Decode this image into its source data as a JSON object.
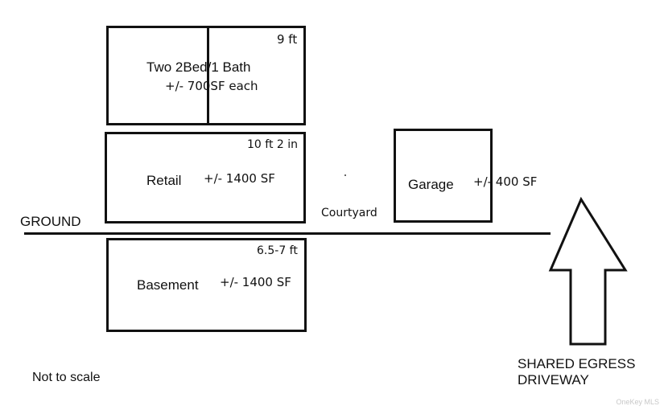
{
  "upper_floor": {
    "title": "Two 2Bed/1 Bath",
    "area": "+/- 700SF each",
    "ceiling_height": "9 ft"
  },
  "retail_floor": {
    "title": "Retail",
    "area": "+/- 1400 SF",
    "ceiling_height": "10 ft 2 in"
  },
  "basement_floor": {
    "title": "Basement",
    "area": "+/- 1400 SF",
    "ceiling_height": "6.5-7 ft"
  },
  "garage": {
    "title": "Garage",
    "area": "+/- 400 SF"
  },
  "courtyard_label": "Courtyard",
  "ground_label": "GROUND",
  "driveway_label_line1": "SHARED EGRESS",
  "driveway_label_line2": "DRIVEWAY",
  "scale_note": "Not to scale",
  "watermark": "OneKey MLS"
}
